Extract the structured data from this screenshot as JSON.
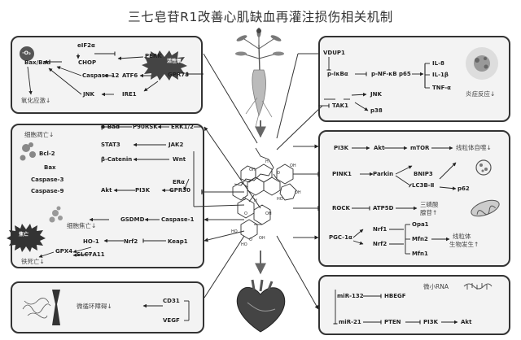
{
  "title": "三七皂苷R1改善心肌缺血再灌注损伤相关机制",
  "box_tl": {
    "ros": "·O₂",
    "oxidative_stress_badge": "活性氧",
    "nodes": {
      "eif2a": "eIF2α",
      "chop": "CHOP",
      "perk": "PERK",
      "bax_bad": "Bax/Bad",
      "caspase12": "Caspase-12",
      "atf6": "ATF6",
      "gpr78": "GPR78",
      "jnk": "JNK",
      "ire1": "IRE1"
    },
    "label": "氧化应激↓"
  },
  "box_tr": {
    "nodes": {
      "vdup1": "VDUP1",
      "pikba": "p-IκBα",
      "pnfkb": "p-NF-κB p65",
      "il8": "IL-8",
      "il1b": "IL-1β",
      "tnfa": "TNF-α",
      "tak1": "TAK1",
      "jnk": "JNK",
      "p38": "p38"
    },
    "label": "炎症反应↓"
  },
  "box_ml": {
    "apoptosis_label": "细胞凋亡↓",
    "proteins": [
      "Bcl-2",
      "Bax",
      "Caspase-3",
      "Caspase-9"
    ],
    "nodes": {
      "pbad": "p-Bad",
      "p90rsk": "P90RSK",
      "erk12": "ERK1/2",
      "stat3": "STAT3",
      "jak2": "JAK2",
      "bcatenin": "β-Catenin",
      "wnt": "Wnt",
      "akt": "Akt",
      "pi3k": "PI3K",
      "era": "ERα",
      "gpr30": "GPR30",
      "gsdmd": "GSDMD",
      "caspase1": "Caspase-1",
      "ho1": "HO-1",
      "gpx4": "GPX4",
      "nrf2": "Nrf2",
      "keap1": "Keap1",
      "slc7a11": "SLC7A11"
    },
    "pyroptosis_label": "细胞焦亡↓",
    "ferroptosis_label": "铁死亡↓",
    "pyro_badge": "焦亡"
  },
  "box_mr": {
    "nodes": {
      "pi3k": "PI3K",
      "akt": "Akt",
      "mtor": "mTOR",
      "pink1": "PINK1",
      "parkin": "Parkin",
      "bnip3": "BNIP3",
      "lc3b": "LC3B-Ⅱ",
      "p62": "p62",
      "rock": "ROCK",
      "atp5d": "ATP5D",
      "pgc1a": "PGC-1α",
      "nrf1": "Nrf1",
      "nrf2": "Nrf2",
      "opa1": "Opa1",
      "mfn2": "Mfn2",
      "mfn1": "Mfn1"
    },
    "autophagy_label": "线粒体自噬↓",
    "atp_label": [
      "三磷酸",
      "腺苷↑"
    ],
    "biogenesis_label": [
      "线粒体",
      "生物发生↑"
    ]
  },
  "box_bl": {
    "label": "微循环障碍↓",
    "nodes": {
      "cd31": "CD31",
      "vegf": "VEGF"
    }
  },
  "box_br": {
    "mirna_label": "微小RNA",
    "nodes": {
      "mir132": "miR-132",
      "hbegf": "HBEGF",
      "mir21": "miR-21",
      "pten": "PTEN",
      "pi3k": "PI3K",
      "akt": "Akt"
    }
  },
  "colors": {
    "ink": "#222222",
    "border": "#333333",
    "panel": "#f3f3f3",
    "badge": "#555555"
  }
}
